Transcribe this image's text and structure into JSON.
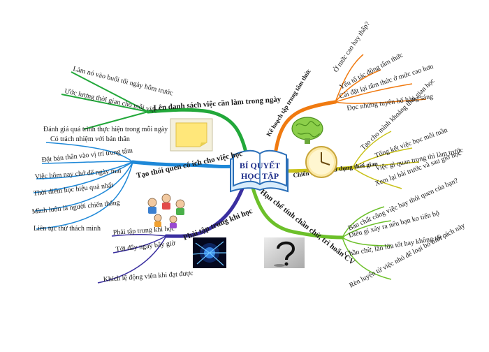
{
  "center": {
    "line1": "BÍ QUYẾT",
    "line2": "HỌC TẬP"
  },
  "branches": {
    "list": {
      "label": "Lên danh sách việc cần làm trong ngày",
      "color": "#22a83a",
      "items": [
        "Làm nó vào buổi tối ngày hôm trước",
        "Ước lượng thời gian cho mỗi việc",
        "Đánh giá quá trình thực hiện trong mỗi ngày"
      ]
    },
    "habits": {
      "label": "Tạo thói quen có ích cho việc học",
      "color": "#1e88d8",
      "items": [
        "Có trách nhiệm với bản thân",
        "Đặt bản thân vào vị trí trung tâm",
        "Việc hôm nay chớ để ngày mai",
        "Thời điểm học hiệu quả nhất",
        "Mình luôn là người chiến thắng",
        "Liên tục thử thách mình"
      ]
    },
    "practice": {
      "label": "Phải tập trung khi học",
      "color": "#3a2fa0",
      "items": [
        "Phải tập trung khi học",
        "Tới đây ngay bây giờ",
        "Khích lệ động viên khi đạt được"
      ]
    },
    "plan": {
      "label": "Kế hoạch tập trung tâm thức",
      "color": "#f07a10",
      "items": [
        "Ở mức cao hay thấp?",
        "Yếu tố tác động tâm thức",
        "Cài đặt lại tâm thức ở mức cao hơn",
        "Đọc những tuyên bố hàng sáng"
      ]
    },
    "time": {
      "label": "Chiến lược về sử dụng thời gian",
      "color": "#c9c21a",
      "items": [
        "Tạo cho mình khoảng thời gian học",
        "Tổng kết việc học mỗi tuần",
        "Việc gì quan trọng thì làm trước",
        "Xem lại bài trước và sau giờ học"
      ]
    },
    "delay": {
      "label": "Hạn chế tính chần chừ, trì hoãn CV",
      "color": "#6cc02a",
      "items": [
        "Bản chất công việc hay thói quen của bạn?",
        "Điều gì xảy ra nếu bạn ko tiến bộ",
        "Chần chừ, lần lữa tốt hay không tốt ?",
        "Rèn luyện từ việc nhỏ để loại bỏ tính cách này"
      ]
    }
  },
  "icons": [
    "sticky-note-icon",
    "students-icon",
    "neuron-icon",
    "brain-icon",
    "clock-icon",
    "question-mark-icon",
    "book-icon"
  ]
}
